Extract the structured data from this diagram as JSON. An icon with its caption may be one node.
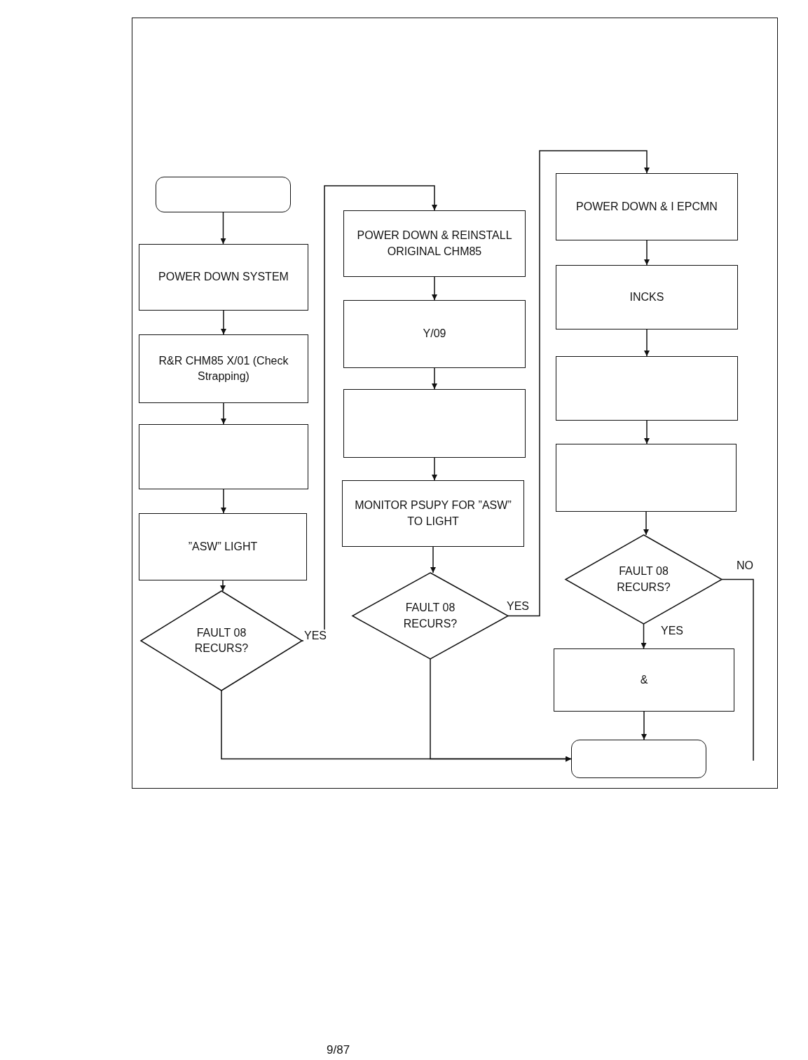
{
  "diagram": {
    "nodes": [
      {
        "text": [],
        "shape": "box"
      },
      {
        "text": [
          "POWER DOWN SYSTEM"
        ]
      },
      {
        "text": [
          "R&R CHM85 X/01 (Check Strapping)"
        ]
      },
      {
        "text": [],
        "shape": "box"
      },
      {
        "text": [
          "”ASW” LIGHT"
        ]
      },
      {
        "text": [
          "FAULT 08 RECURS?"
        ]
      },
      {
        "text": [
          "POWER DOWN & REINSTALL ORIGINAL CHM85"
        ]
      },
      {
        "text": [
          "Y/09"
        ]
      },
      {
        "text": [],
        "shape": "box"
      },
      {
        "text": [
          "MONITOR PSUPY FOR ”ASW” TO LIGHT"
        ]
      },
      {
        "text": [
          "FAULT 08 RECURS?"
        ]
      },
      {
        "text": [
          "POWER DOWN & I EPCMN"
        ]
      },
      {
        "text": [
          "INCKS"
        ]
      },
      {
        "text": [],
        "shape": "box"
      },
      {
        "text": [],
        "shape": "box"
      },
      {
        "text": [
          "FAULT 08 RECURS?"
        ]
      },
      {
        "text": [
          "&"
        ]
      },
      {
        "text": [],
        "shape": "box"
      }
    ],
    "edges": [
      {
        "from": 0,
        "to": 1,
        "arrow": "to"
      },
      {
        "from": 1,
        "to": 2,
        "arrow": "to"
      },
      {
        "from": 2,
        "to": 3,
        "arrow": "to"
      },
      {
        "from": 3,
        "to": 4,
        "arrow": "to"
      },
      {
        "from": 4,
        "to": 5,
        "arrow": "to"
      },
      {
        "from": 5,
        "to": 6,
        "arrow": "to",
        "label": "YES"
      },
      {
        "from": 5,
        "to": 17,
        "arrow": "to"
      },
      {
        "from": 6,
        "to": 7,
        "arrow": "to"
      },
      {
        "from": 7,
        "to": 8,
        "arrow": "to"
      },
      {
        "from": 8,
        "to": 9,
        "arrow": "to"
      },
      {
        "from": 9,
        "to": 10,
        "arrow": "to"
      },
      {
        "from": 10,
        "to": 11,
        "arrow": "to",
        "label": "YES"
      },
      {
        "from": 10,
        "to": 17,
        "arrow": "to"
      },
      {
        "from": 11,
        "to": 12,
        "arrow": "to"
      },
      {
        "from": 12,
        "to": 13,
        "arrow": "to"
      },
      {
        "from": 13,
        "to": 14,
        "arrow": "to"
      },
      {
        "from": 14,
        "to": 15,
        "arrow": "to"
      },
      {
        "from": 15,
        "to": 16,
        "arrow": "to",
        "label": "YES"
      },
      {
        "from": 15,
        "to": null,
        "arrow": "none",
        "label": "NO"
      },
      {
        "from": 16,
        "to": 17,
        "arrow": "to"
      }
    ],
    "labels": [
      "9/87"
    ]
  }
}
